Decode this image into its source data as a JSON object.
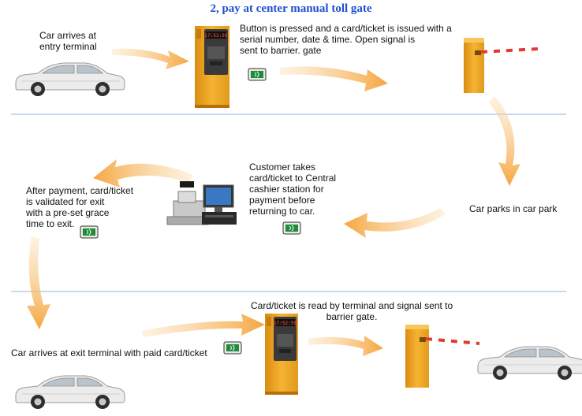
{
  "title": "2, pay at center manual toll gate",
  "steps": {
    "entry": "Car arrives at\nentry terminal",
    "issue": "Button is pressed and a card/ticket is issued with a\nserial number, date & time. Open signal  is\nsent to barrier. gate",
    "parks": "Car parks in car park",
    "cashier": "Customer  takes\ncard/ticket to Central\ncashier station for\npayment before\nreturning to car.",
    "validated": "After payment, card/ticket\nis validated for exit\nwith a pre-set grace\ntime to exit.",
    "read": "Card/ticket is read by terminal and signal sent to\nbarrier gate.",
    "exit_arrive": "Car arrives at exit terminal with paid  card/ticket"
  },
  "terminal_display": "17:52:59",
  "colors": {
    "title": "#1f4fd1",
    "arrow": "#f5a640",
    "divider": "#8fb3e6",
    "terminal": "#f0a521",
    "terminal_panel": "#3a3a3a",
    "display": "#e23a2e",
    "barrier_arm_red": "#e23a2e",
    "card": "#1e8a3c",
    "car": "#ececec"
  },
  "icons": [
    "car-icon",
    "ticket-terminal-icon",
    "card-ticket-icon",
    "barrier-gate-icon",
    "cashier-station-icon",
    "flow-arrow-icon"
  ]
}
